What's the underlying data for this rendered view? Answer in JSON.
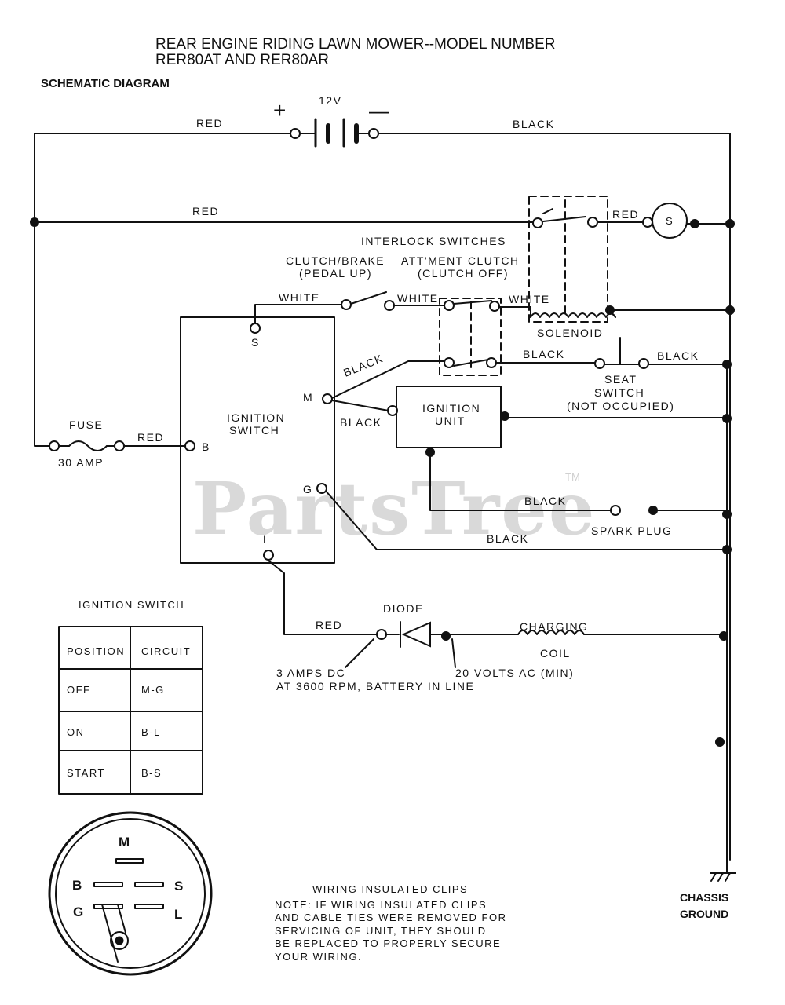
{
  "title": {
    "line1": "REAR ENGINE RIDING LAWN MOWER--MODEL NUMBER",
    "line2": "RER80AT AND RER80AR",
    "subtitle": "SCHEMATIC DIAGRAM"
  },
  "watermark": {
    "text": "PartsTree",
    "tm": "TM"
  },
  "battery": {
    "voltage": "12V",
    "plus": "+",
    "minus": "—"
  },
  "wires": {
    "red_top": "RED",
    "black_top": "BLACK",
    "red_mid": "RED",
    "red_starter": "RED",
    "white_1": "WHITE",
    "white_2": "WHITE",
    "white_3": "WHITE",
    "black_m": "BLACK",
    "black_seat_left": "BLACK",
    "black_seat_right": "BLACK",
    "black_ign": "BLACK",
    "black_spark": "BLACK",
    "black_g": "BLACK",
    "red_fuse": "RED",
    "red_diode": "RED"
  },
  "components": {
    "starter": "S",
    "interlock": "INTERLOCK SWITCHES",
    "clutch_brake_1": "CLUTCH/BRAKE",
    "clutch_brake_2": "(PEDAL UP)",
    "attment_1": "ATT'MENT CLUTCH",
    "attment_2": "(CLUTCH OFF)",
    "solenoid": "SOLENOID",
    "seat_1": "SEAT",
    "seat_2": "SWITCH",
    "seat_3": "(NOT OCCUPIED)",
    "ignition_switch_1": "IGNITION",
    "ignition_switch_2": "SWITCH",
    "ignition_unit_1": "IGNITION",
    "ignition_unit_2": "UNIT",
    "fuse": "FUSE",
    "fuse_rating": "30 AMP",
    "spark_plug": "SPARK PLUG",
    "diode": "DIODE",
    "charging_1": "CHARGING",
    "charging_2": "COIL",
    "note_dc_1": "3 AMPS DC",
    "note_dc_2": "AT 3600 RPM, BATTERY IN LINE",
    "note_ac": "20 VOLTS AC (MIN)",
    "ground_1": "CHASSIS",
    "ground_2": "GROUND"
  },
  "terminals": {
    "s": "S",
    "m": "M",
    "b": "B",
    "g": "G",
    "l": "L"
  },
  "ignition_table": {
    "caption": "IGNITION SWITCH",
    "headers": [
      "POSITION",
      "CIRCUIT"
    ],
    "rows": [
      [
        "OFF",
        "M-G"
      ],
      [
        "ON",
        "B-L"
      ],
      [
        "START",
        "B-S"
      ]
    ]
  },
  "connector": {
    "m": "M",
    "b": "B",
    "s": "S",
    "g": "G",
    "l": "L"
  },
  "clips_note": {
    "heading": "WIRING INSULATED CLIPS",
    "lines": [
      "NOTE: IF WIRING INSULATED CLIPS",
      "AND CABLE TIES WERE REMOVED FOR",
      "SERVICING OF UNIT, THEY SHOULD",
      "BE REPLACED TO PROPERLY SECURE",
      "YOUR WIRING."
    ]
  }
}
